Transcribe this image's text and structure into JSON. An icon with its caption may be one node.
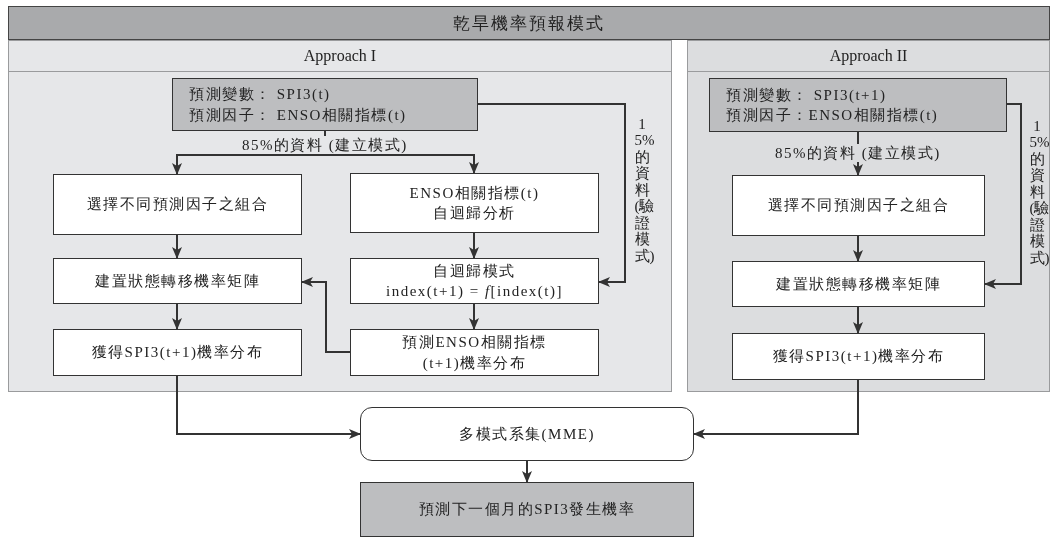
{
  "diagram": {
    "title": "乾旱機率預報模式",
    "nodes": [
      {
        "text": [
          "Approach I"
        ]
      },
      {
        "text": [
          "預測變數： SPI3(t)",
          "預測因子： ENSO相關指標(t)"
        ],
        "in": 0
      },
      {
        "text": [
          "選擇不同預測因子之組合"
        ],
        "in": 0
      },
      {
        "text": [
          "ENSO相關指標(t)",
          "自迴歸分析"
        ],
        "in": 0
      },
      {
        "text": [
          "建置狀態轉移機率矩陣"
        ],
        "in": 0
      },
      {
        "text": [
          "自迴歸模式",
          "index(t+1) = *f*[index(t)]"
        ],
        "in": 0
      },
      {
        "text": [
          "預測ENSO相關指標(t+1)機率分布"
        ],
        "in": 0
      },
      {
        "text": [
          "獲得SPI3(t+1)機率分布"
        ],
        "in": 0
      },
      {
        "text": [
          "Approach II"
        ]
      },
      {
        "text": [
          "預測變數： SPI3(t+1)",
          "預測因子：ENSO相關指標(t)"
        ],
        "in": 8
      },
      {
        "text": [
          "選擇不同預測因子之組合"
        ],
        "in": 8
      },
      {
        "text": [
          "建置狀態轉移機率矩陣"
        ],
        "in": 8
      },
      {
        "text": [
          "獲得SPI3(t+1)機率分布"
        ],
        "in": 8
      },
      {
        "text": [
          "多模式系集(MME)"
        ]
      },
      {
        "text": [
          "預測下一個月的SPI3發生機率"
        ]
      }
    ],
    "edges": [
      {
        "from": 1,
        "to": 2,
        "arrow": "to",
        "label": "85%的資料 (建立模式)"
      },
      {
        "from": 1,
        "to": 3,
        "arrow": "to"
      },
      {
        "from": 1,
        "to": 5,
        "arrow": "to",
        "label": "15%的資料(驗證模式)"
      },
      {
        "from": 2,
        "to": 4,
        "arrow": "to"
      },
      {
        "from": 3,
        "to": 5,
        "arrow": "to"
      },
      {
        "from": 5,
        "to": 6,
        "arrow": "to"
      },
      {
        "from": 4,
        "to": 7,
        "arrow": "to"
      },
      {
        "from": 6,
        "to": 4,
        "arrow": "to"
      },
      {
        "from": 9,
        "to": 10,
        "arrow": "to",
        "label": "85%的資料 (建立模式)"
      },
      {
        "from": 10,
        "to": 11,
        "arrow": "to"
      },
      {
        "from": 9,
        "to": 11,
        "arrow": "to",
        "label": "15%的資料(驗證模式)"
      },
      {
        "from": 11,
        "to": 12,
        "arrow": "to"
      },
      {
        "from": 7,
        "to": 13,
        "arrow": "to"
      },
      {
        "from": 12,
        "to": 13,
        "arrow": "to"
      },
      {
        "from": 13,
        "to": 14,
        "arrow": "to"
      }
    ]
  }
}
